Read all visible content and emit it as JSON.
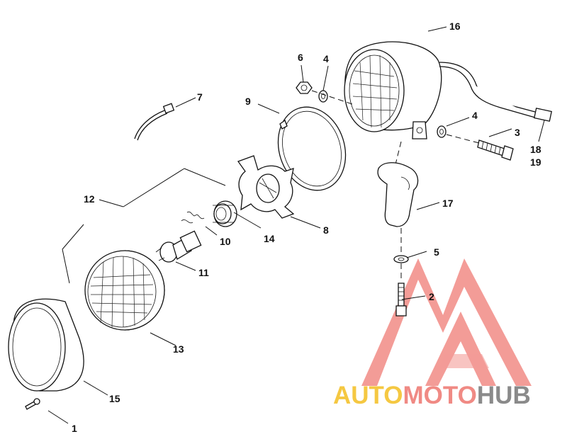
{
  "callouts": {
    "c1": "1",
    "c2": "2",
    "c3": "3",
    "c4a": "4",
    "c4b": "4",
    "c5": "5",
    "c6": "6",
    "c7": "7",
    "c8": "8",
    "c9": "9",
    "c10": "10",
    "c11": "11",
    "c12": "12",
    "c13": "13",
    "c14": "14",
    "c15": "15",
    "c16": "16",
    "c17": "17",
    "c18": "18",
    "c19": "19"
  },
  "watermark": {
    "part1": "AUTO",
    "part2": "MOTO",
    "part3": "HUB",
    "colors": {
      "auto": "#f5c842",
      "moto": "#f08a84",
      "hub": "#8a8a8a",
      "logo": "#f28b86"
    }
  }
}
